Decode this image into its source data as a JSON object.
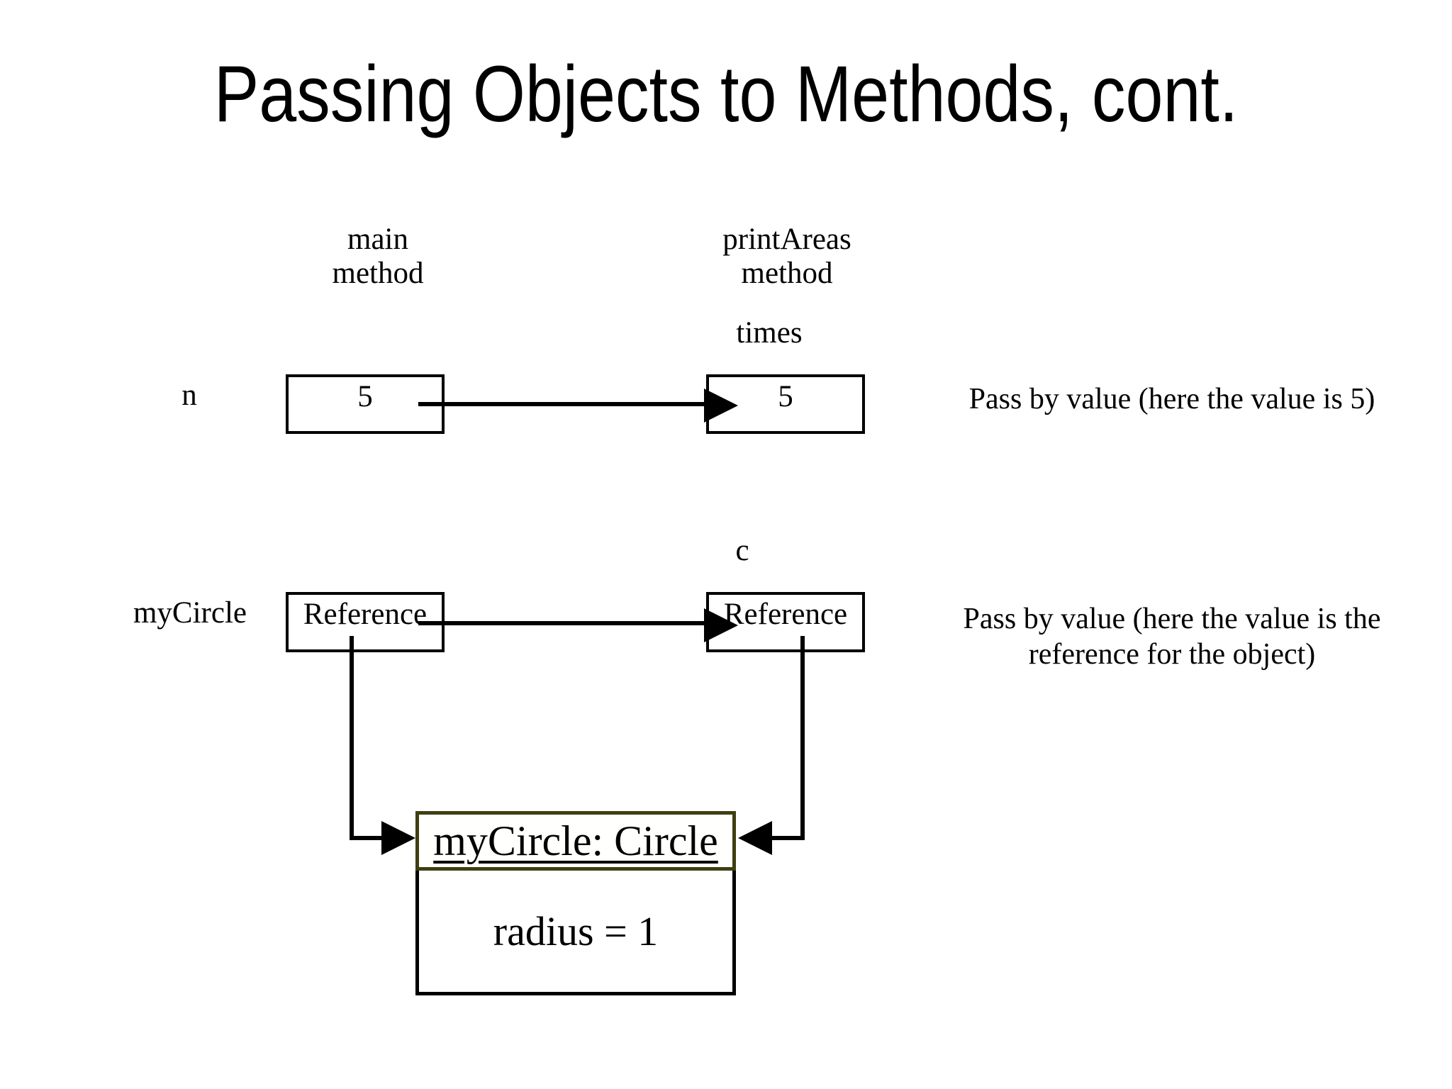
{
  "title": "Passing Objects to Methods, cont.",
  "headers": {
    "main_line1": "main",
    "main_line2": "method",
    "print_line1": "printAreas",
    "print_line2": "method"
  },
  "row_primitive": {
    "var_name": "n",
    "param_name": "times",
    "main_value": "5",
    "param_value": "5",
    "note": "Pass by value (here the value is 5)"
  },
  "row_reference": {
    "var_name": "myCircle",
    "param_name": "c",
    "main_value": "Reference",
    "param_value": "Reference",
    "note_line1": "Pass by value (here the value is the",
    "note_line2": "reference for the object)"
  },
  "object_box": {
    "title": "myCircle: Circle",
    "field": "radius = 1"
  },
  "colors": {
    "line": "#000000",
    "object_border": "#3f3f12",
    "background": "#ffffff"
  }
}
